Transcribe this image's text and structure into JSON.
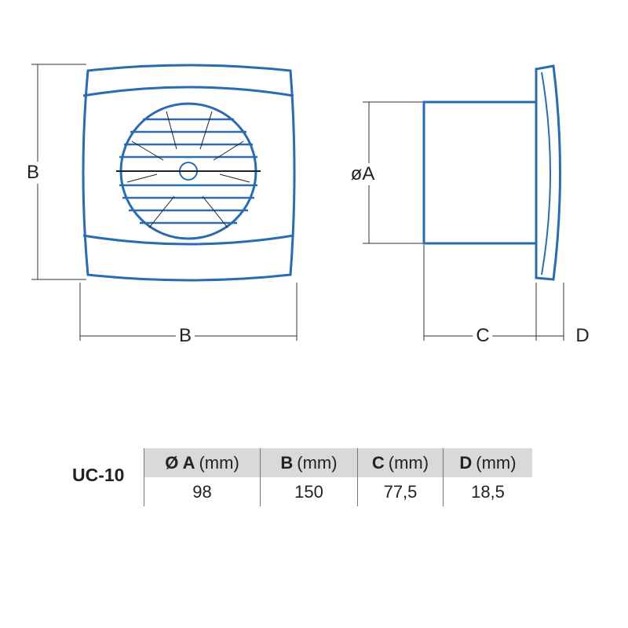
{
  "diagram": {
    "front_height_label": "B",
    "front_width_label": "B",
    "side_diameter_label": "øA",
    "side_depth_label": "C",
    "flange_depth_label": "D",
    "line_color": "#2a6cb0",
    "dim_color": "#333333"
  },
  "table": {
    "model": "UC-10",
    "columns": [
      {
        "key": "Ø A",
        "unit": "(mm)",
        "value": "98"
      },
      {
        "key": "B",
        "unit": "(mm)",
        "value": "150"
      },
      {
        "key": "C",
        "unit": "(mm)",
        "value": "77,5"
      },
      {
        "key": "D",
        "unit": "(mm)",
        "value": "18,5"
      }
    ]
  }
}
